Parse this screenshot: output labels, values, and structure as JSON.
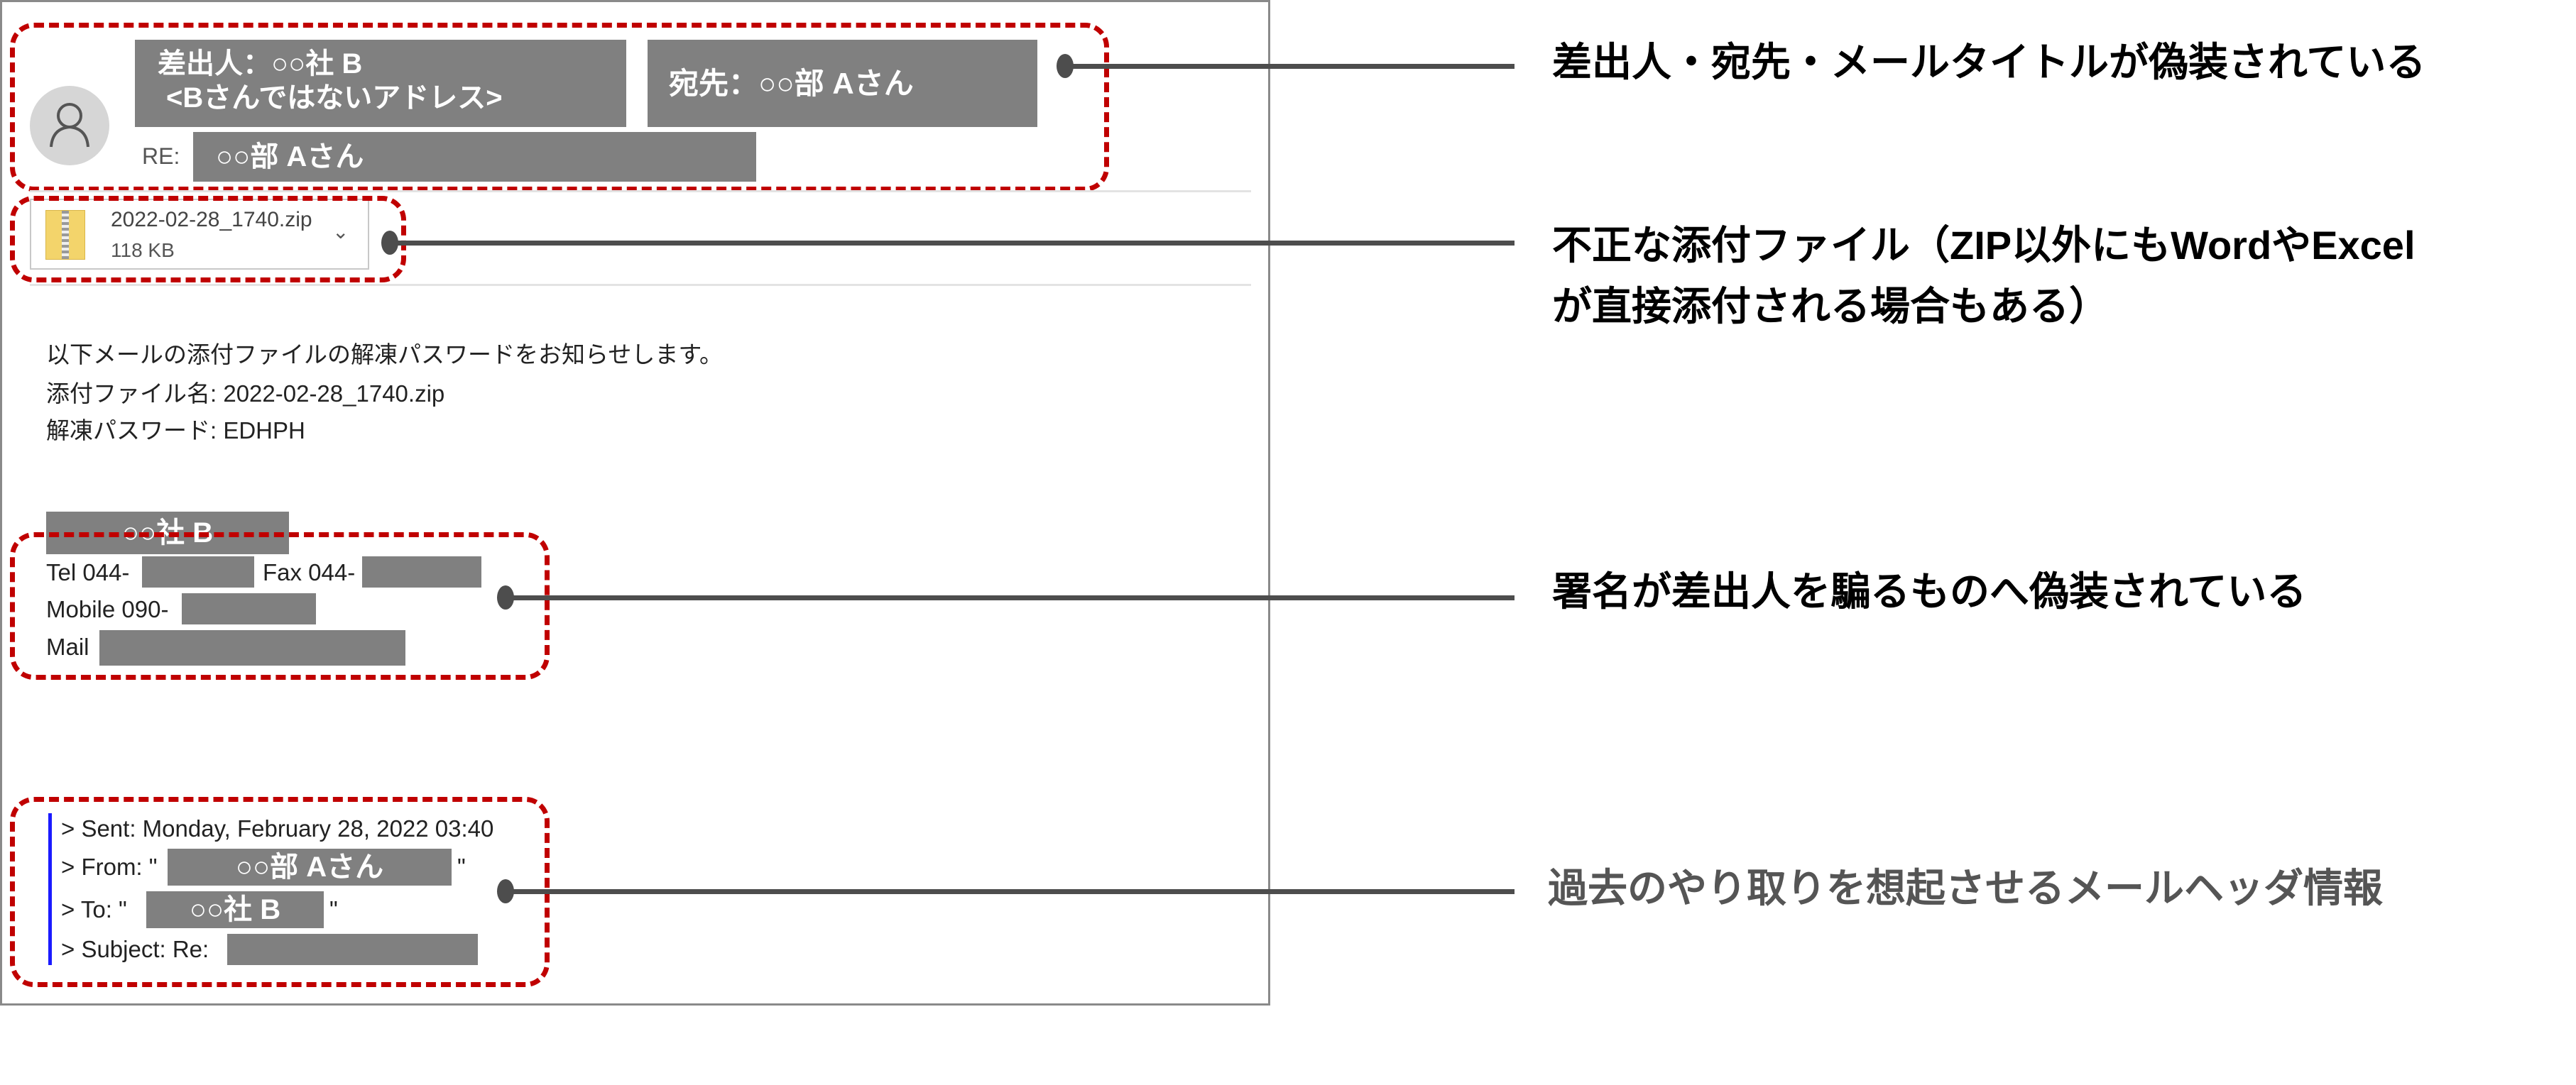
{
  "email": {
    "sender_redacted_line1": "差出人：○○社 B",
    "sender_redacted_line2": "<Bさんではないアドレス>",
    "recipient_redacted": "宛先：○○部 Aさん",
    "subject_prefix": "RE:",
    "subject_redacted": "○○部 Aさん",
    "attachment": {
      "filename": "2022-02-28_1740.zip",
      "size": "118 KB"
    },
    "body_lines": [
      "以下メールの添付ファイルの解凍パスワードをお知らせします。",
      "添付ファイル名: 2022-02-28_1740.zip",
      "解凍パスワード: EDHPH"
    ],
    "signature": {
      "company_redacted": "○○社 B",
      "tel_label": "Tel 044-",
      "fax_label": "Fax 044-",
      "mobile_label": "Mobile 090-",
      "mail_label": "Mail"
    },
    "quoted_header": {
      "sent": "> Sent: Monday, February 28, 2022 03:40",
      "from_label": "> From: \"",
      "from_redacted": "○○部 Aさん",
      "to_label": "> To: \"",
      "to_redacted": "○○社 B",
      "close_quote": "\"",
      "subject_label": "> Subject: Re:"
    }
  },
  "callouts": [
    {
      "text": "差出人・宛先・メールタイトルが偽装されている"
    },
    {
      "text_line1": "不正な添付ファイル（ZIP以外にもWordやExcel",
      "text_line2": "が直接添付される場合もある）"
    },
    {
      "text": "署名が差出人を騙るものへ偽装されている"
    },
    {
      "text": "過去のやり取りを想起させるメールヘッダ情報"
    }
  ],
  "colors": {
    "highlight": "#c00000",
    "redaction": "#808080",
    "quote_bar": "#1a1aff",
    "callout_gray": "#555555"
  }
}
